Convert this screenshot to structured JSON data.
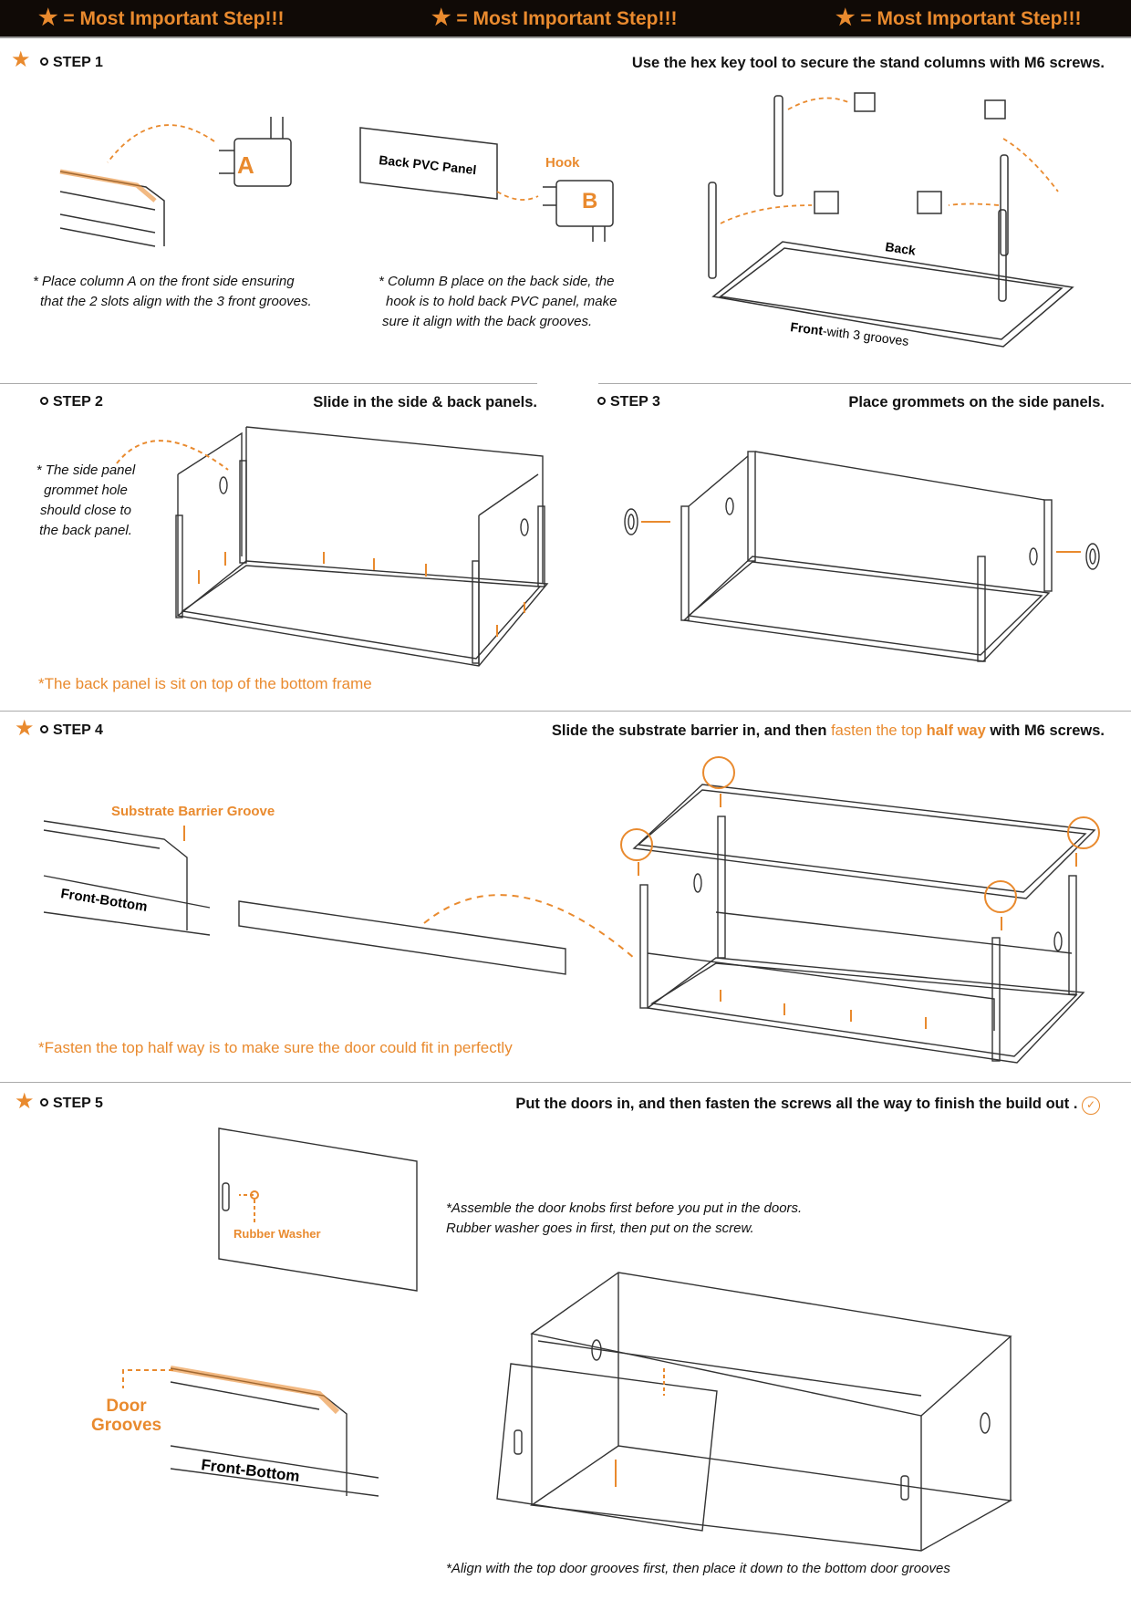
{
  "banner": {
    "items": [
      "= Most Important Step!!!",
      "= Most Important Step!!!",
      "= Most Important Step!!!"
    ]
  },
  "step1": {
    "label": "STEP 1",
    "instruction": "Use the hex key tool to secure the stand columns with M6 screws.",
    "note_a": [
      "* Place column A on the front side ensuring",
      "that the 2 slots align with the 3 front grooves."
    ],
    "note_b": [
      "* Column B place on the back side, the",
      "hook is to hold back PVC panel, make",
      "sure it align with the back grooves."
    ],
    "panel_label": "Back PVC Panel",
    "hook_label": "Hook",
    "col_a": "A",
    "col_b": "B",
    "back_label": "Back",
    "front_label": "Front",
    "front_suffix": "-with 3 grooves"
  },
  "step2": {
    "label": "STEP 2",
    "instruction": "Slide in the side & back panels.",
    "note": [
      "* The side panel",
      "grommet hole",
      "should close to",
      "the back panel."
    ],
    "orange_note": "*The back panel is sit on top of the bottom frame"
  },
  "step3": {
    "label": "STEP 3",
    "instruction": "Place grommets on the side panels."
  },
  "step4": {
    "label": "STEP 4",
    "instruction_pre": "Slide the substrate barrier in, and then ",
    "instruction_orange": "fasten the top ",
    "instruction_bold_orange": "half way",
    "instruction_post": " with M6 screws.",
    "groove_label": "Substrate Barrier Groove",
    "front_bottom": "Front-Bottom",
    "orange_note": "*Fasten the top half way is to make sure the door could fit in perfectly"
  },
  "step5": {
    "label": "STEP 5",
    "instruction": "Put the doors in, and then fasten the screws all the way to finish the build out .",
    "washer_label": "Rubber Washer",
    "note": [
      "*Assemble the door knobs first before you put in the doors.",
      "Rubber washer goes in first, then put on the screw."
    ],
    "door_grooves": [
      "Door",
      "Grooves"
    ],
    "front_bottom": "Front-Bottom",
    "bottom_note": "*Align with the top door grooves first, then place it down to the bottom door grooves"
  },
  "colors": {
    "accent": "#e98a2e",
    "banner_bg": "#100a06"
  }
}
